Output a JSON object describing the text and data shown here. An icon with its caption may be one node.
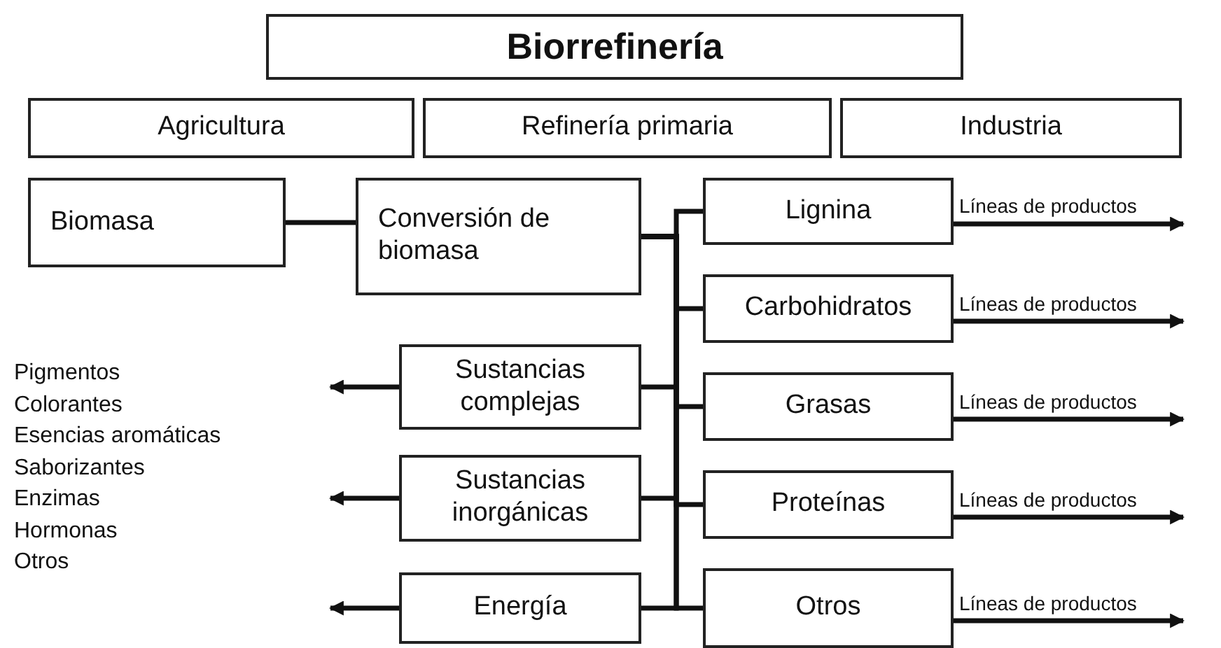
{
  "diagram": {
    "nodes": [
      {
        "text": [
          "Biorrefinería"
        ]
      },
      {
        "text": [
          "Agricultura"
        ]
      },
      {
        "text": [
          "Refinería primaria"
        ]
      },
      {
        "text": [
          "Industria"
        ]
      },
      {
        "text": [
          "Biomasa"
        ]
      },
      {
        "text": [
          "Conversión de biomasa"
        ]
      },
      {
        "text": [
          "Lignina"
        ]
      },
      {
        "text": [
          "Carbohidratos"
        ]
      },
      {
        "text": [
          "Grasas"
        ]
      },
      {
        "text": [
          "Proteínas"
        ]
      },
      {
        "text": [
          "Otros"
        ]
      },
      {
        "text": [
          "Sustancias complejas"
        ]
      },
      {
        "text": [
          "Sustancias inorgánicas"
        ]
      },
      {
        "text": [
          "Energía"
        ]
      }
    ],
    "edges": [
      {
        "from": 4,
        "to": 5,
        "arrow": "none"
      },
      {
        "from": 5,
        "to": 6,
        "arrow": "none"
      },
      {
        "from": 5,
        "to": 7,
        "arrow": "none"
      },
      {
        "from": 5,
        "to": 8,
        "arrow": "none"
      },
      {
        "from": 5,
        "to": 9,
        "arrow": "none"
      },
      {
        "from": 5,
        "to": 10,
        "arrow": "none"
      },
      {
        "from": 5,
        "to": 11,
        "arrow": "none"
      },
      {
        "from": 5,
        "to": 12,
        "arrow": "none"
      },
      {
        "from": 5,
        "to": 13,
        "arrow": "none"
      },
      {
        "from": 6,
        "to": null,
        "arrow": "to",
        "label": "Líneas de productos"
      },
      {
        "from": 7,
        "to": null,
        "arrow": "to",
        "label": "Líneas de productos"
      },
      {
        "from": 8,
        "to": null,
        "arrow": "to",
        "label": "Líneas de productos"
      },
      {
        "from": 9,
        "to": null,
        "arrow": "to",
        "label": "Líneas de productos"
      },
      {
        "from": 10,
        "to": null,
        "arrow": "to",
        "label": "Líneas de productos"
      },
      {
        "from": 11,
        "to": null,
        "arrow": "to"
      },
      {
        "from": 12,
        "to": null,
        "arrow": "to"
      },
      {
        "from": 13,
        "to": null,
        "arrow": "to"
      }
    ],
    "labels": [
      "Pigmentos",
      "Colorantes",
      "Esencias aromáticas",
      "Saborizantes",
      "Enzimas",
      "Hormonas",
      "Otros"
    ]
  }
}
